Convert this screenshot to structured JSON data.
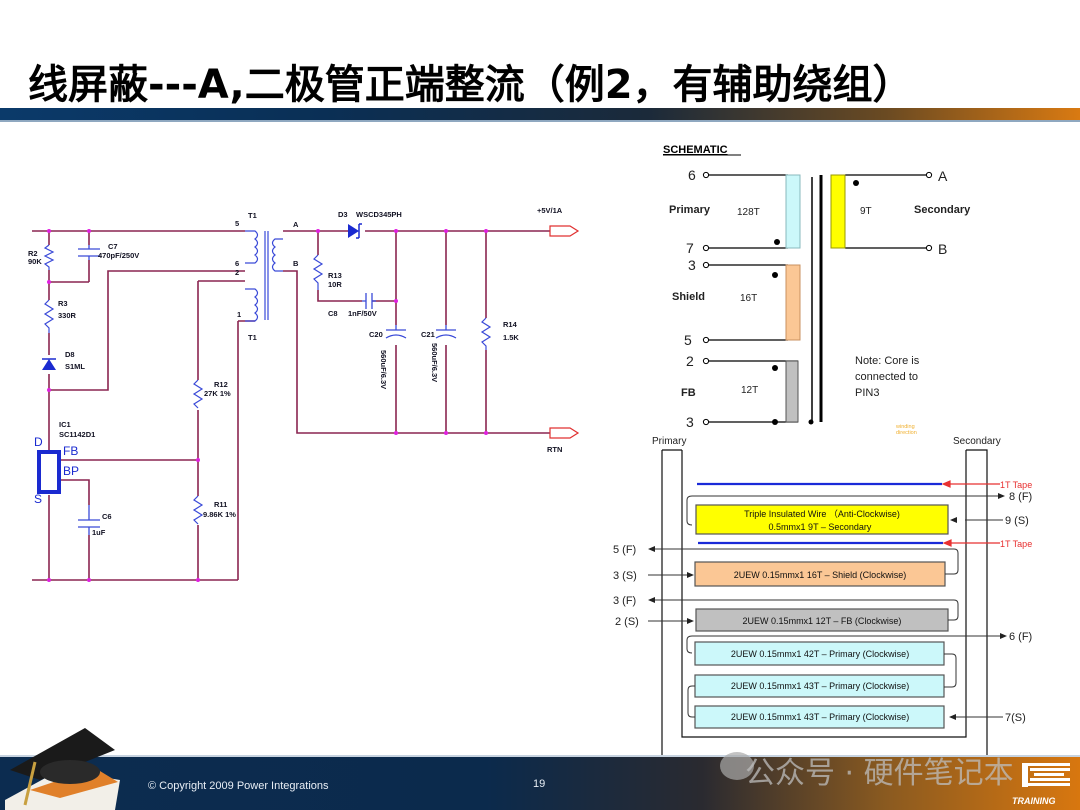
{
  "slide": {
    "title": "线屏蔽---A,二极管正端整流（例2，有辅助绕组）",
    "page_number": "19",
    "copyright": "© Copyright 2009 Power Integrations",
    "logo_text": "TRAINING",
    "watermark": "公众号 · 硬件笔记本"
  },
  "circuit": {
    "transformer": {
      "ref": "T1",
      "ref2": "T1",
      "pins": [
        "5",
        "6",
        "2",
        "1"
      ],
      "secondary_pins": [
        "A",
        "B"
      ]
    },
    "components": {
      "r2": {
        "ref": "R2",
        "value": "90K"
      },
      "c7": {
        "ref": "C7",
        "value": "470pF/250V"
      },
      "r3": {
        "ref": "R3",
        "value": "330R"
      },
      "d8": {
        "ref": "D8",
        "value": "S1ML"
      },
      "r12": {
        "ref": "R12",
        "value": "27K 1%"
      },
      "ic1": {
        "ref": "IC1",
        "value": "SC1142D1",
        "pin_d": "D",
        "pin_fb": "FB",
        "pin_bp": "BP",
        "pin_s": "S"
      },
      "c6": {
        "ref": "C6",
        "value": "1uF"
      },
      "r11": {
        "ref": "R11",
        "value": "9.86K 1%"
      },
      "d3": {
        "ref": "D3",
        "value": "WSCD345PH"
      },
      "r13": {
        "ref": "R13",
        "value": "10R"
      },
      "c8": {
        "ref": "C8",
        "value": "1nF/50V"
      },
      "c20": {
        "ref": "C20",
        "value": "560uF/6.3V"
      },
      "c21": {
        "ref": "C21",
        "value": "560uF/6.3V"
      },
      "r14": {
        "ref": "R14",
        "value": "1.5K"
      }
    },
    "output_pos": "+5V/1A",
    "output_rtn": "RTN"
  },
  "schematic": {
    "heading": "SCHEMATIC",
    "pins": {
      "p6": "6",
      "p7": "7",
      "p3a": "3",
      "p5": "5",
      "p2": "2",
      "p3b": "3",
      "pa": "A",
      "pb": "B"
    },
    "windings": [
      {
        "name": "Primary",
        "turns": "128T",
        "color": "#ccf8fa"
      },
      {
        "name": "Shield",
        "turns": "16T",
        "color": "#fbc795"
      },
      {
        "name": "FB",
        "turns": "12T",
        "color": "#c0c0c0"
      },
      {
        "name": "Secondary",
        "turns": "9T",
        "color": "#ffff00"
      }
    ],
    "note": [
      "Note: Core is",
      "connected to",
      "PIN3"
    ],
    "winding_direction": [
      "winding",
      "direction"
    ]
  },
  "build": {
    "left_label": "Primary",
    "right_label": "Secondary",
    "tape_label": "1T Tape",
    "layers": [
      {
        "lines": [
          "Triple Insulated Wire （Anti-Clockwise)",
          "0.5mmx1  9T – Secondary"
        ],
        "color": "#ffff00"
      },
      {
        "lines": [
          "2UEW 0.15mmx1 16T – Shield (Clockwise)"
        ],
        "color": "#fbc795"
      },
      {
        "lines": [
          "2UEW 0.15mmx1 12T – FB (Clockwise)"
        ],
        "color": "#c0c0c0"
      },
      {
        "lines": [
          "2UEW 0.15mmx1 42T – Primary (Clockwise)"
        ],
        "color": "#ccf8fa"
      },
      {
        "lines": [
          "2UEW 0.15mmx1 43T – Primary (Clockwise)"
        ],
        "color": "#ccf8fa"
      },
      {
        "lines": [
          "2UEW 0.15mmx1 43T – Primary (Clockwise)"
        ],
        "color": "#ccf8fa"
      }
    ],
    "pin_labels": {
      "f8": "8 (F)",
      "s9": "9 (S)",
      "f5": "5 (F)",
      "s3": "3 (S)",
      "f3": "3 (F)",
      "s2": "2 (S)",
      "f6": "6 (F)",
      "s7": "7(S)"
    }
  }
}
